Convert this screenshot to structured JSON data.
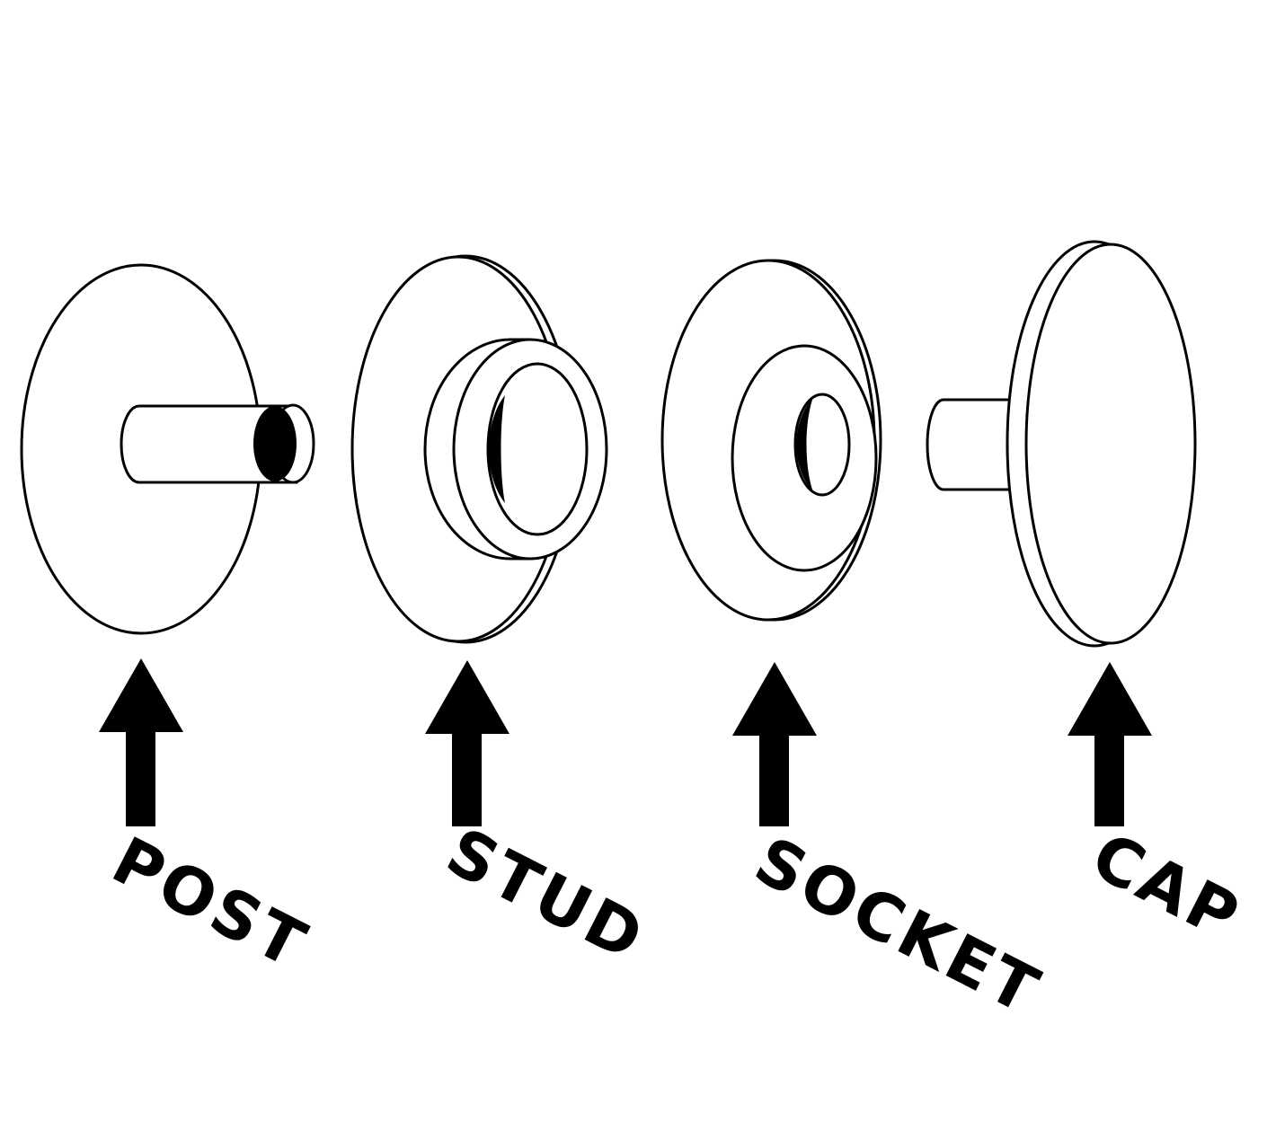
{
  "title": "Snap fastener components",
  "parts": [
    {
      "label": "POST"
    },
    {
      "label": "STUD"
    },
    {
      "label": "SOCKET"
    },
    {
      "label": "CAP"
    }
  ],
  "colors": {
    "stroke": "#000000",
    "background": "#ffffff"
  }
}
